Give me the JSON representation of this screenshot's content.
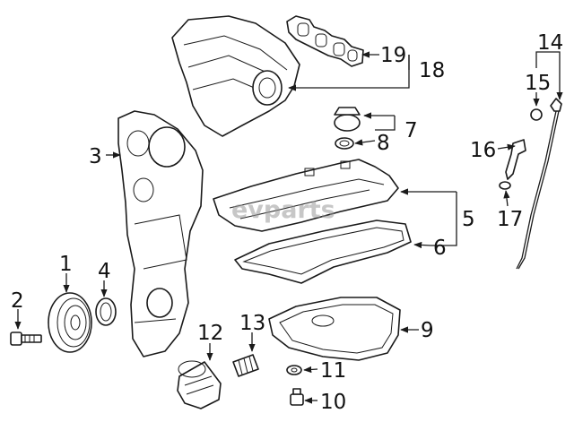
{
  "callouts": {
    "c1": "1",
    "c2": "2",
    "c3": "3",
    "c4": "4",
    "c5": "5",
    "c6": "6",
    "c7": "7",
    "c8": "8",
    "c9": "9",
    "c10": "10",
    "c11": "11",
    "c12": "12",
    "c13": "13",
    "c14": "14",
    "c15": "15",
    "c16": "16",
    "c17": "17",
    "c18": "18",
    "c19": "19"
  },
  "watermark": "evparts",
  "colors": {
    "line": "#1a1a1a",
    "background": "#ffffff",
    "watermark": "#9a9a9a"
  }
}
